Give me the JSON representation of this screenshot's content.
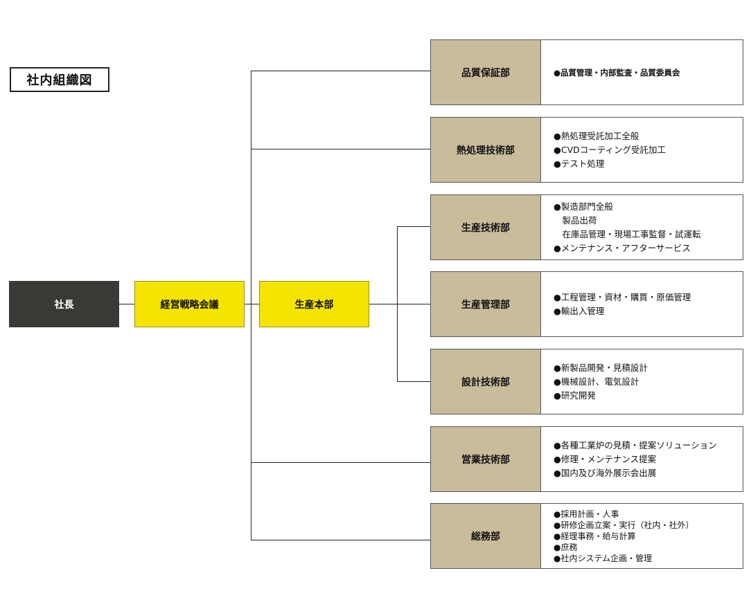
{
  "title": "社内組織図",
  "nodes": {
    "president": "社長",
    "strategy_meeting": "経営戦略会議",
    "production_hq": "生産本部"
  },
  "departments": [
    {
      "name": "品質保証部",
      "items": [
        "●品質管理・内部監査・品質委員会"
      ]
    },
    {
      "name": "熱処理技術部",
      "items": [
        "●熱処理受託加工全般",
        "●CVDコーティング受託加工",
        "●テスト処理"
      ]
    },
    {
      "name": "生産技術部",
      "items": [
        "●製造部門全般",
        "　製品出荷",
        "　在庫品管理・現場工事監督・試運転",
        "●メンテナンス・アフターサービス"
      ]
    },
    {
      "name": "生産管理部",
      "items": [
        "●工程管理・資材・購買・原価管理",
        "●輸出入管理"
      ]
    },
    {
      "name": "設計技術部",
      "items": [
        "●新製品開発・見積設計",
        "●機械設計、電気設計",
        "●研究開発"
      ]
    },
    {
      "name": "営業技術部",
      "items": [
        "●各種工業炉の見積・提案ソリューション",
        "●修理・メンテナンス提案",
        "●国内及び海外展示会出展"
      ]
    },
    {
      "name": "総務部",
      "items": [
        "●採用計画・人事",
        "●研修企画立案・実行（社内・社外）",
        "●経理事務・給与計算",
        "●庶務",
        "●社内システム企画・管理"
      ]
    }
  ],
  "colors": {
    "president_bg": "#3a3936",
    "highlight_yellow": "#f5e400",
    "dept_tan": "#c9bc9b"
  }
}
